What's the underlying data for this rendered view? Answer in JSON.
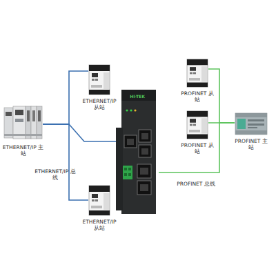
{
  "diagram": {
    "nodes": [
      {
        "text": [
          "ETHERNET/IP 从站"
        ]
      },
      {
        "text": [
          "ETHERNET/IP 主站"
        ]
      },
      {
        "text": [
          "HI-TEK"
        ]
      },
      {
        "text": [
          "ETHERNET/IP 从站"
        ]
      },
      {
        "text": [
          "PROFINET 从站"
        ]
      },
      {
        "text": [
          "PROFINET 从站"
        ]
      },
      {
        "text": [
          "PROFINET 主站"
        ]
      }
    ],
    "edges": [
      {
        "from": 1,
        "to": 0,
        "arrow": "none"
      },
      {
        "from": 1,
        "to": 3,
        "arrow": "none"
      },
      {
        "from": 1,
        "to": 2,
        "arrow": "none"
      },
      {
        "from": 6,
        "to": 4,
        "arrow": "none"
      },
      {
        "from": 6,
        "to": 5,
        "arrow": "none"
      },
      {
        "from": 6,
        "to": 2,
        "arrow": "none"
      }
    ],
    "labels": [
      "ETHERNET/IP 总线",
      "PROFINET 总线"
    ]
  }
}
